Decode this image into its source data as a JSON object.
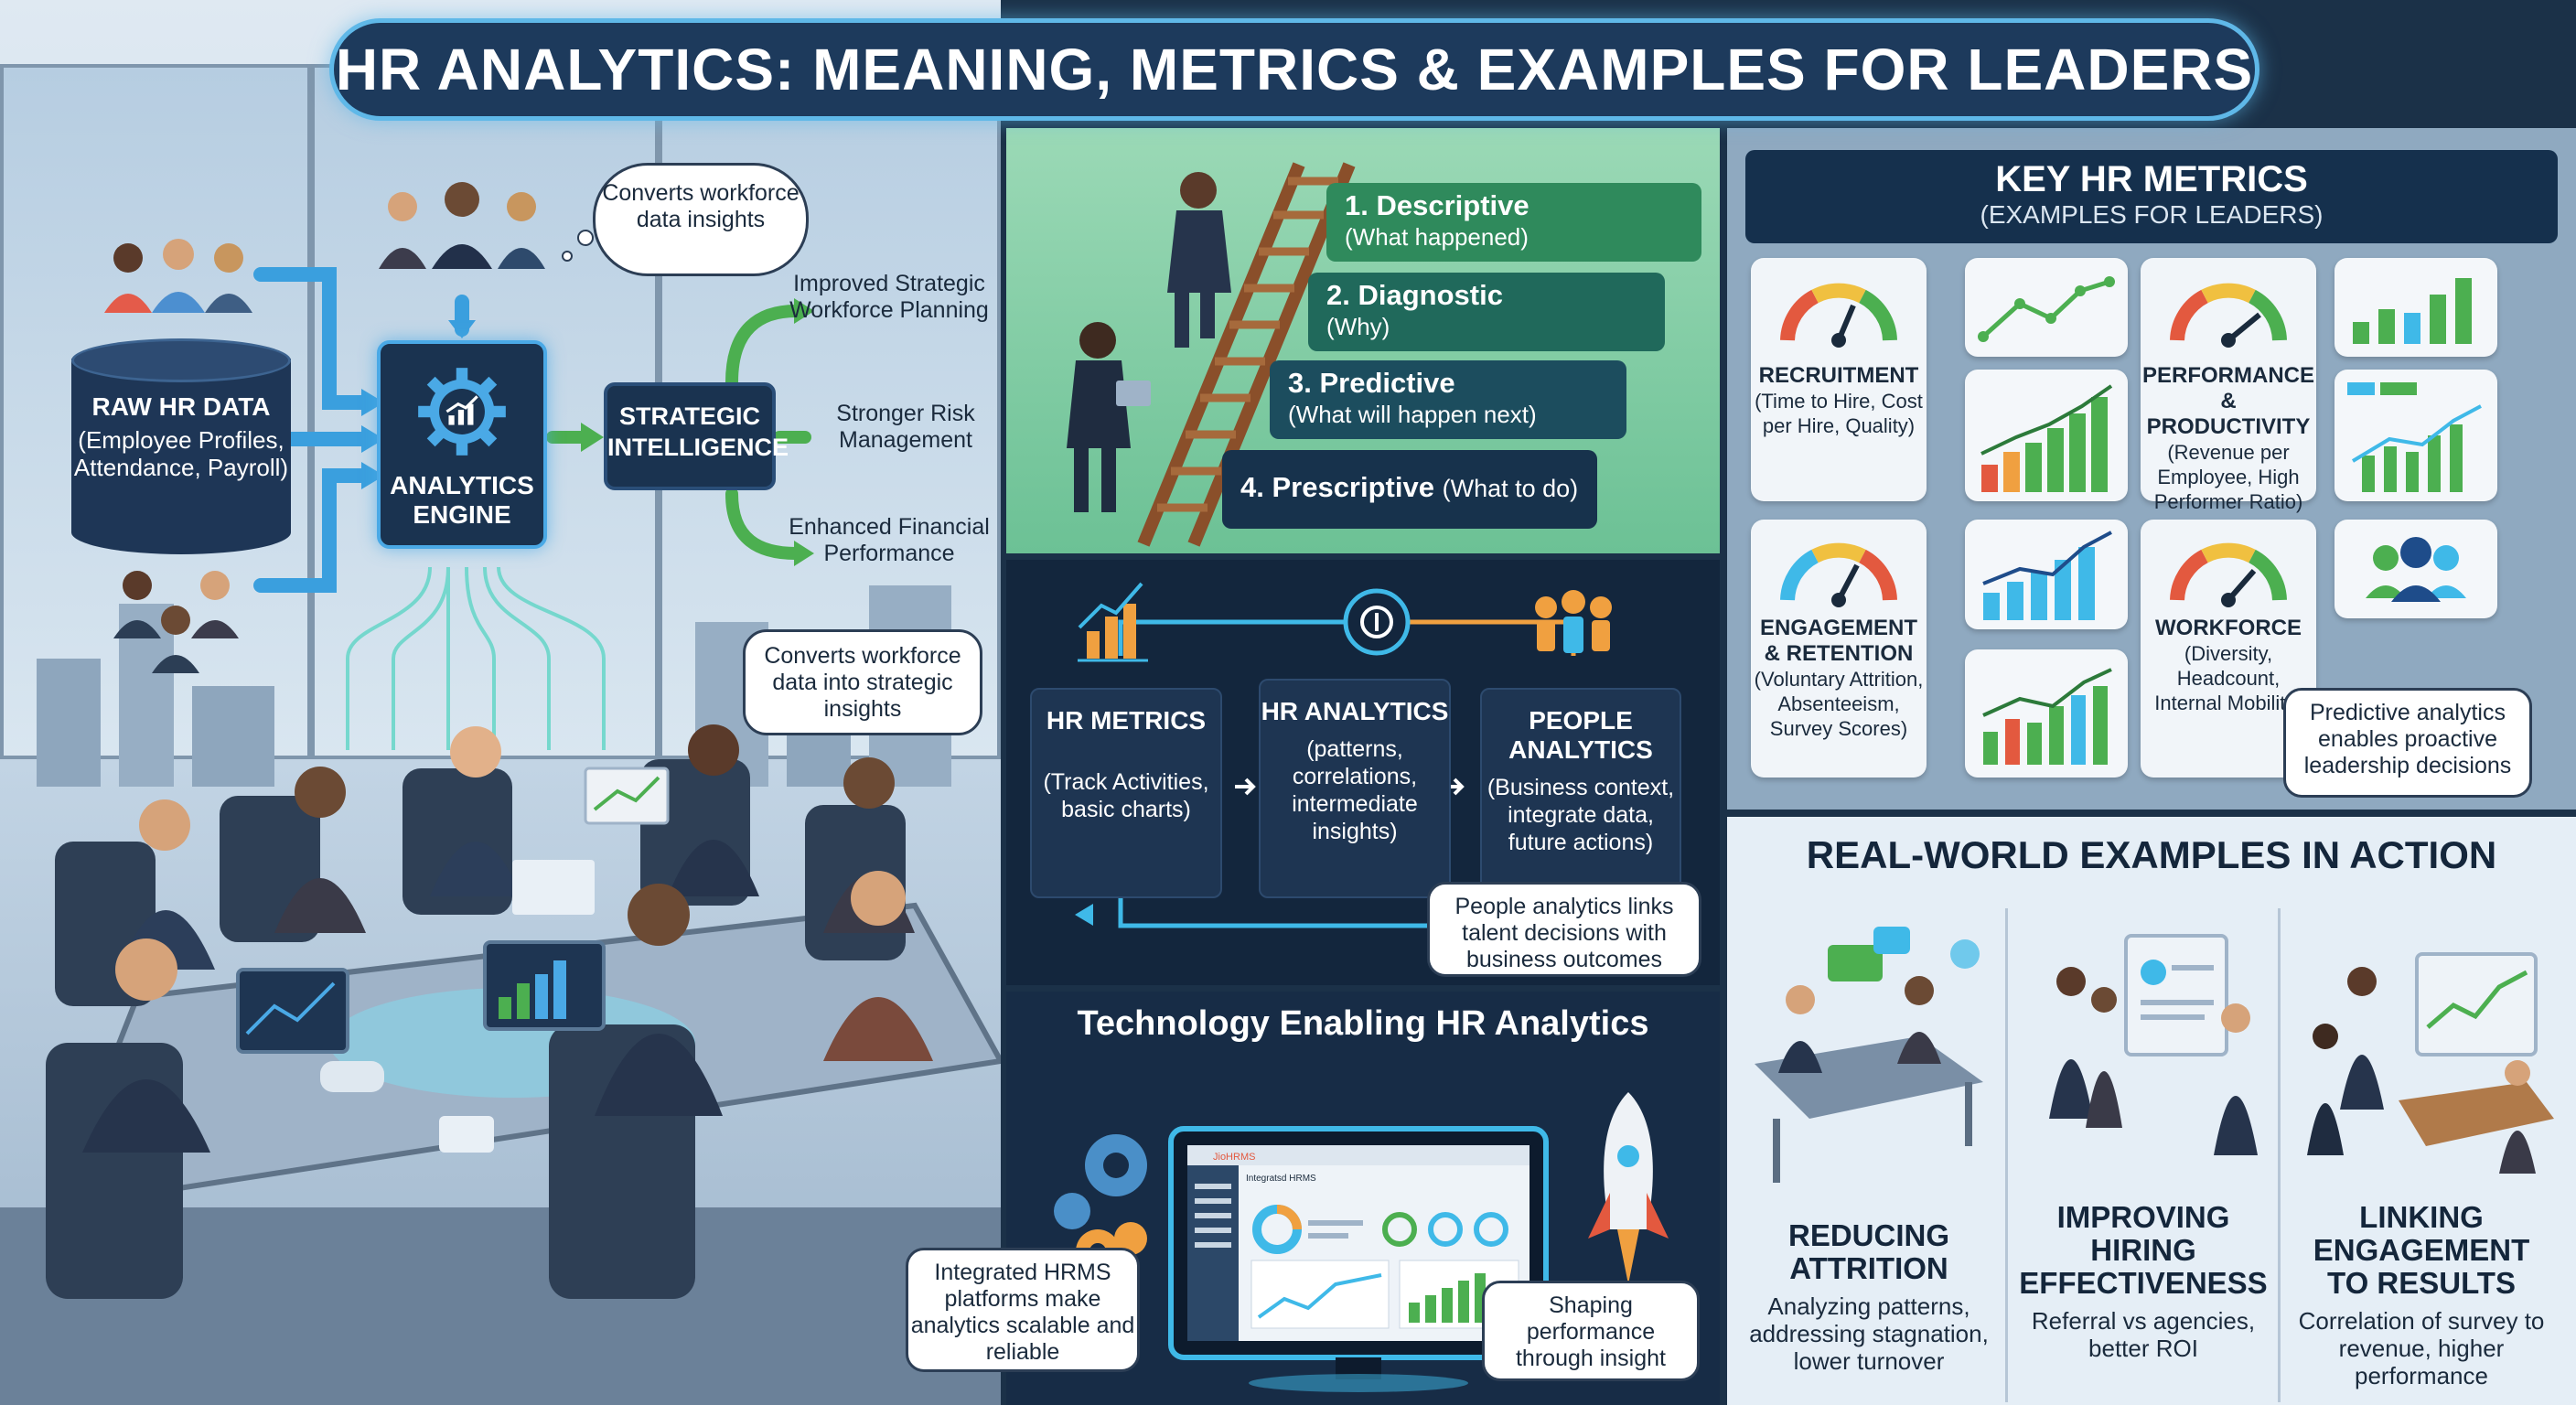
{
  "title": "HR ANALYTICS: MEANING, METRICS & EXAMPLES FOR LEADERS",
  "left": {
    "raw_data_title": "RAW HR DATA",
    "raw_data_desc": "(Employee Profiles, Attendance, Payroll)",
    "engine_label": "ANALYTICS ENGINE",
    "strategic_label": "STRATEGIC INTELLIGENCE",
    "cloud_text": "Converts workforce data insights",
    "outcomes": [
      "Improved Strategic Workforce Planning",
      "Stronger Risk Management",
      "Enhanced Financial Performance"
    ],
    "bubble_text": "Converts workforce data into strategic insights"
  },
  "levels": [
    {
      "title": "1. Descriptive",
      "sub": "(What happened)",
      "color": "#2f8a5c"
    },
    {
      "title": "2. Diagnostic",
      "sub": "(Why)",
      "color": "#20695b"
    },
    {
      "title": "3. Predictive",
      "sub": "(What will happen next)",
      "color": "#1c4d5e"
    },
    {
      "title": "4. Prescriptive",
      "sub": "(What to do)",
      "color": "#17324c"
    }
  ],
  "flow": {
    "boxes": [
      {
        "title": "HR METRICS",
        "desc": "(Track Activities, basic charts)"
      },
      {
        "title": "HR ANALYTICS",
        "desc": "(patterns, correlations, intermediate insights)"
      },
      {
        "title": "PEOPLE ANALYTICS",
        "desc": "(Business context, integrate data, future actions)"
      }
    ],
    "bubble": "People analytics links talent decisions with business outcomes"
  },
  "tech": {
    "title": "Technology Enabling HR Analytics",
    "brand": "JioHRMS",
    "dash_title": "Integratsd HRMS",
    "bubble_left": "Integrated HRMS platforms make analytics scalable and reliable",
    "bubble_right": "Shaping performance through insight"
  },
  "metrics": {
    "title": "KEY HR METRICS",
    "subtitle": "(EXAMPLES FOR LEADERS)",
    "cards": [
      {
        "title": "RECRUITMENT",
        "desc": "(Time to Hire, Cost per Hire, Quality)"
      },
      {
        "title": "PERFORMANCE & PRODUCTIVITY",
        "desc": "(Revenue per Employee, High Performer Ratio)"
      },
      {
        "title": "ENGAGEMENT & RETENTION",
        "desc": "(Voluntary Attrition, Absenteeism, Survey Scores)"
      },
      {
        "title": "WORKFORCE",
        "desc": "(Diversity, Headcount, Internal Mobility)"
      }
    ],
    "bubble": "Predictive analytics enables proactive leadership decisions"
  },
  "examples": {
    "title": "REAL-WORLD EXAMPLES IN ACTION",
    "items": [
      {
        "title": "REDUCING ATTRITION",
        "desc": "Analyzing patterns, addressing stagnation, lower turnover"
      },
      {
        "title": "IMPROVING HIRING EFFECTIVENESS",
        "desc": "Referral vs agencies, better ROI"
      },
      {
        "title": "LINKING ENGAGEMENT TO RESULTS",
        "desc": "Correlation of survey to revenue, higher performance"
      }
    ]
  },
  "colors": {
    "accent": "#4aa9e6",
    "green": "#4caf50",
    "navy": "#15304d"
  }
}
